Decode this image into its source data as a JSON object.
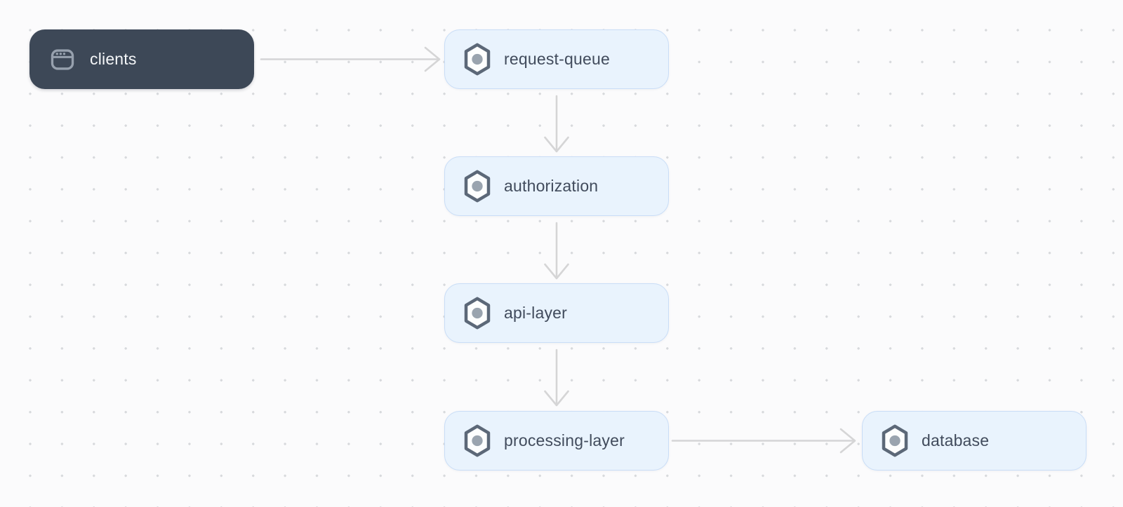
{
  "diagram": {
    "nodes": [
      {
        "id": "clients",
        "label": "clients",
        "icon": "browser-window-icon",
        "variant": "dark"
      },
      {
        "id": "request-queue",
        "label": "request-queue",
        "icon": "hexagon-node-icon",
        "variant": "light"
      },
      {
        "id": "authorization",
        "label": "authorization",
        "icon": "hexagon-node-icon",
        "variant": "light"
      },
      {
        "id": "api-layer",
        "label": "api-layer",
        "icon": "hexagon-node-icon",
        "variant": "light"
      },
      {
        "id": "processing-layer",
        "label": "processing-layer",
        "icon": "hexagon-node-icon",
        "variant": "light"
      },
      {
        "id": "database",
        "label": "database",
        "icon": "hexagon-node-icon",
        "variant": "light"
      }
    ],
    "edges": [
      {
        "from": "clients",
        "to": "request-queue",
        "direction": "right"
      },
      {
        "from": "request-queue",
        "to": "authorization",
        "direction": "down"
      },
      {
        "from": "authorization",
        "to": "api-layer",
        "direction": "down"
      },
      {
        "from": "api-layer",
        "to": "processing-layer",
        "direction": "down"
      },
      {
        "from": "processing-layer",
        "to": "database",
        "direction": "right"
      }
    ],
    "colors": {
      "canvas_background": "#fbfbfc",
      "grid_dot": "#d7d9dc",
      "dark_node_background": "#3d4857",
      "dark_node_text": "#f4f6f8",
      "dark_node_icon": "#97a1ae",
      "light_node_background": "#e9f3fd",
      "light_node_border": "#c9ddf7",
      "light_node_text": "#414b5c",
      "hexagon_icon_stroke": "#5c6878",
      "hexagon_icon_dot": "#9aa4af",
      "arrow": "#d5d5d6"
    }
  }
}
